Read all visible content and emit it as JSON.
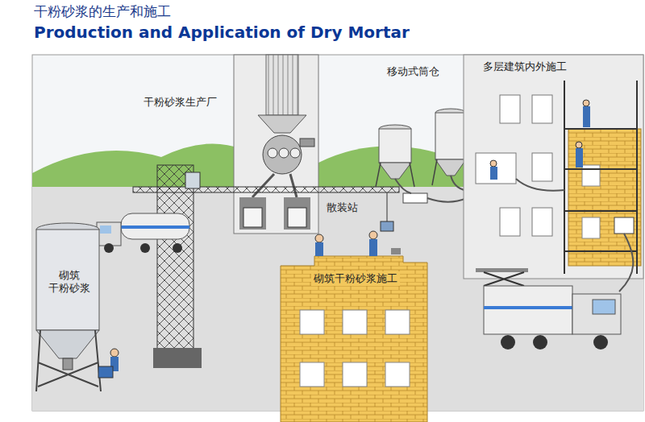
{
  "diagram": {
    "title": "干粉砂浆的生产和施工",
    "nodes": [
      {
        "text": [
          "多层建筑内外施工"
        ]
      },
      {
        "text": [
          "砌筑 干粉砂浆"
        ]
      },
      {
        "text": [
          "砌筑干粉砂浆施工"
        ]
      }
    ],
    "labels": [
      "Production and Application of Dry Mortar",
      "干粉砂浆生产厂",
      "移动式筒仓",
      "散装站"
    ]
  }
}
